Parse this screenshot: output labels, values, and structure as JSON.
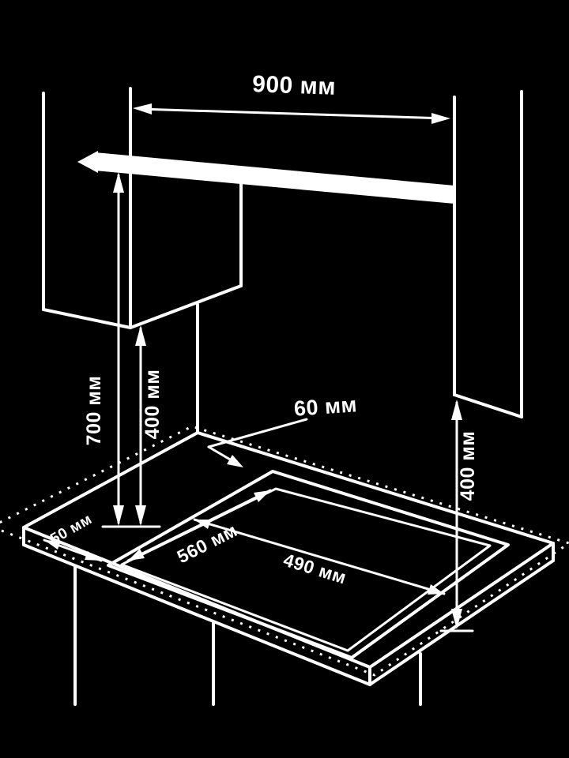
{
  "page": {
    "background_color": "#000000",
    "line_color": "#ffffff",
    "description": "Built-in hob installation clearance diagram, isometric line drawing"
  },
  "diagram": {
    "unit": "мм",
    "labels": {
      "width_between_cabinets": "900 мм",
      "hood_min_clearance": "700 мм",
      "left_cabinet_min_clearance": "400 мм",
      "right_cabinet_min_clearance": "400 мм",
      "rear_edge_distance": "60 мм",
      "side_edge_distance": "50 мм",
      "cutout_width": "560 мм",
      "cutout_depth": "490 мм"
    }
  }
}
